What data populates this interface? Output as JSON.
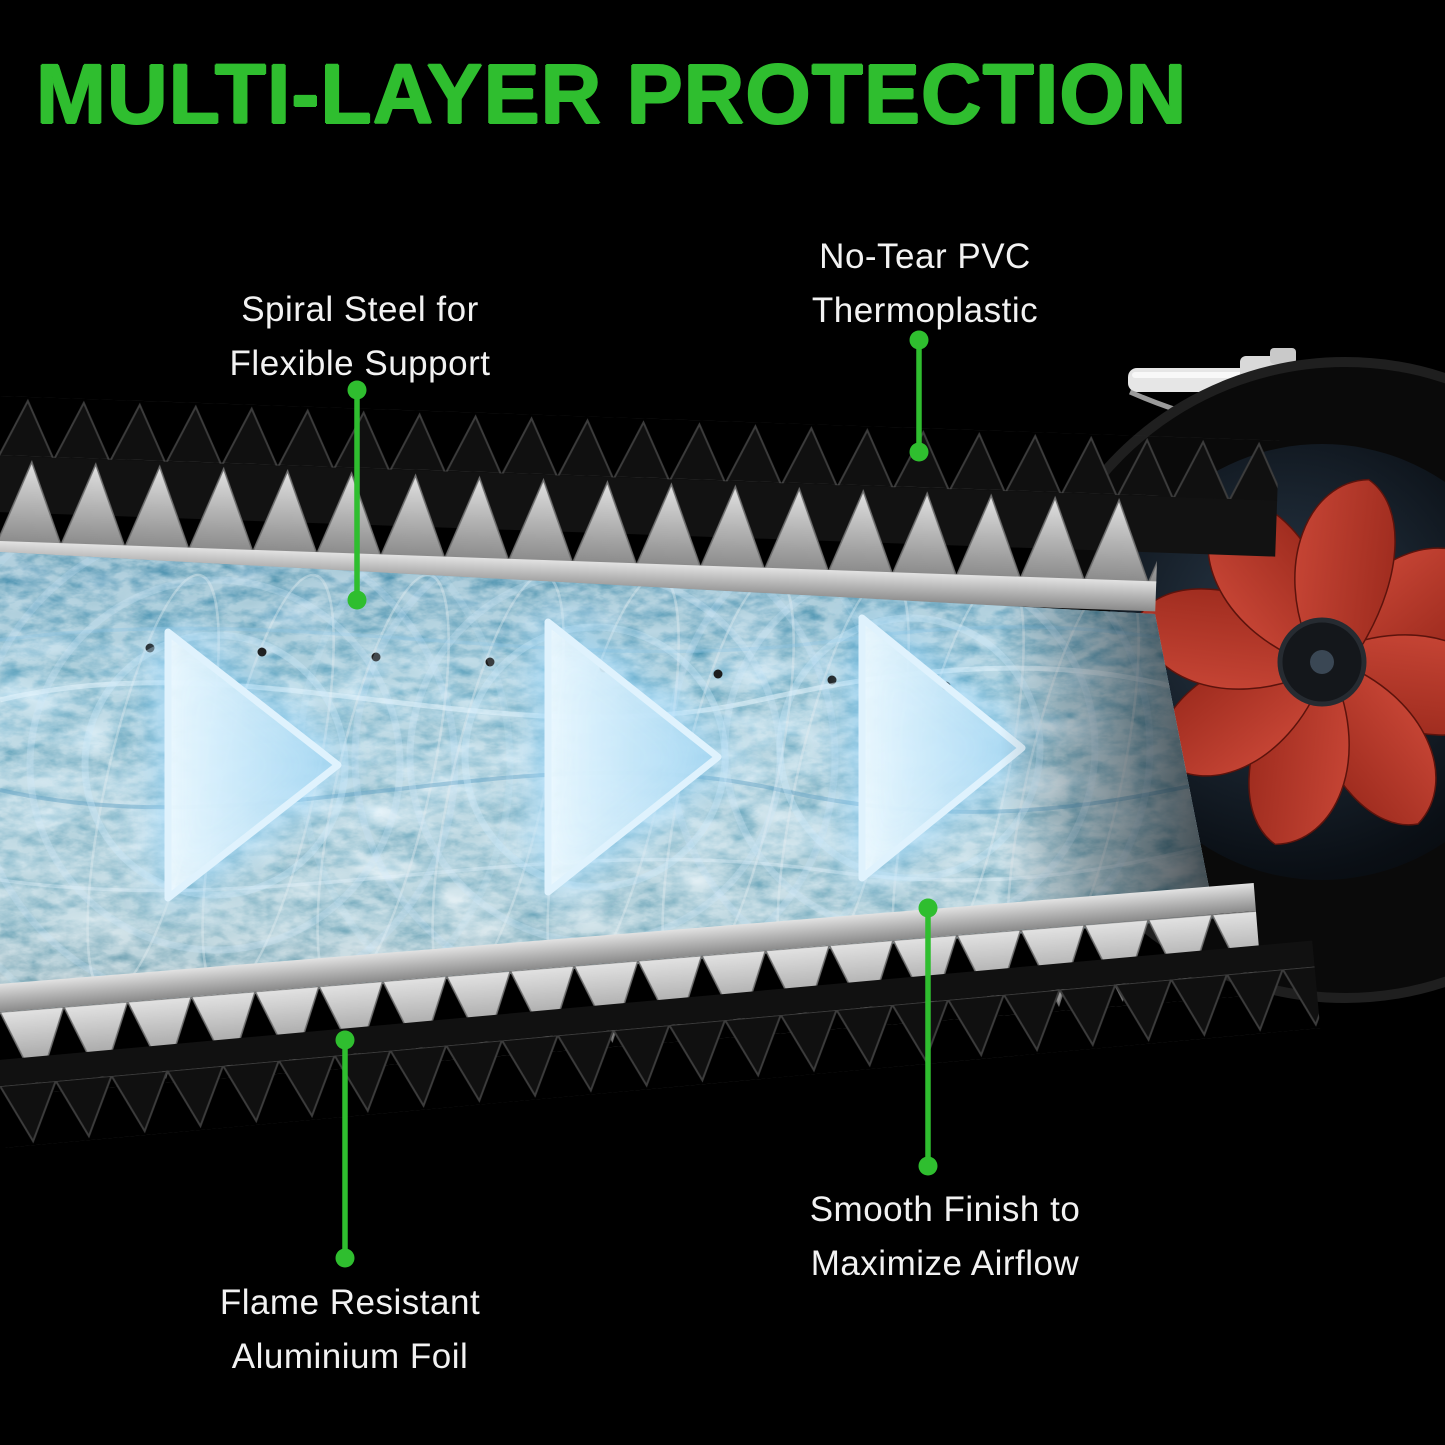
{
  "title": "MULTI-LAYER PROTECTION",
  "callouts": {
    "spiral_steel": {
      "line1": "Spiral Steel for",
      "line2": "Flexible Support"
    },
    "pvc": {
      "line1": "No-Tear PVC",
      "line2": "Thermoplastic"
    },
    "smooth_finish": {
      "line1": "Smooth Finish to",
      "line2": "Maximize Airflow"
    },
    "aluminium_foil": {
      "line1": "Flame Resistant",
      "line2": "Aluminium Foil"
    }
  },
  "colors": {
    "background": "#000000",
    "accent_green": "#2fbe2f",
    "text": "#f2f2f2",
    "airflow_blue": "#bfe4f7",
    "foil_silver": "#c9c9c9",
    "fan_red": "#b53226",
    "bracket_tan": "#b4a98e"
  }
}
